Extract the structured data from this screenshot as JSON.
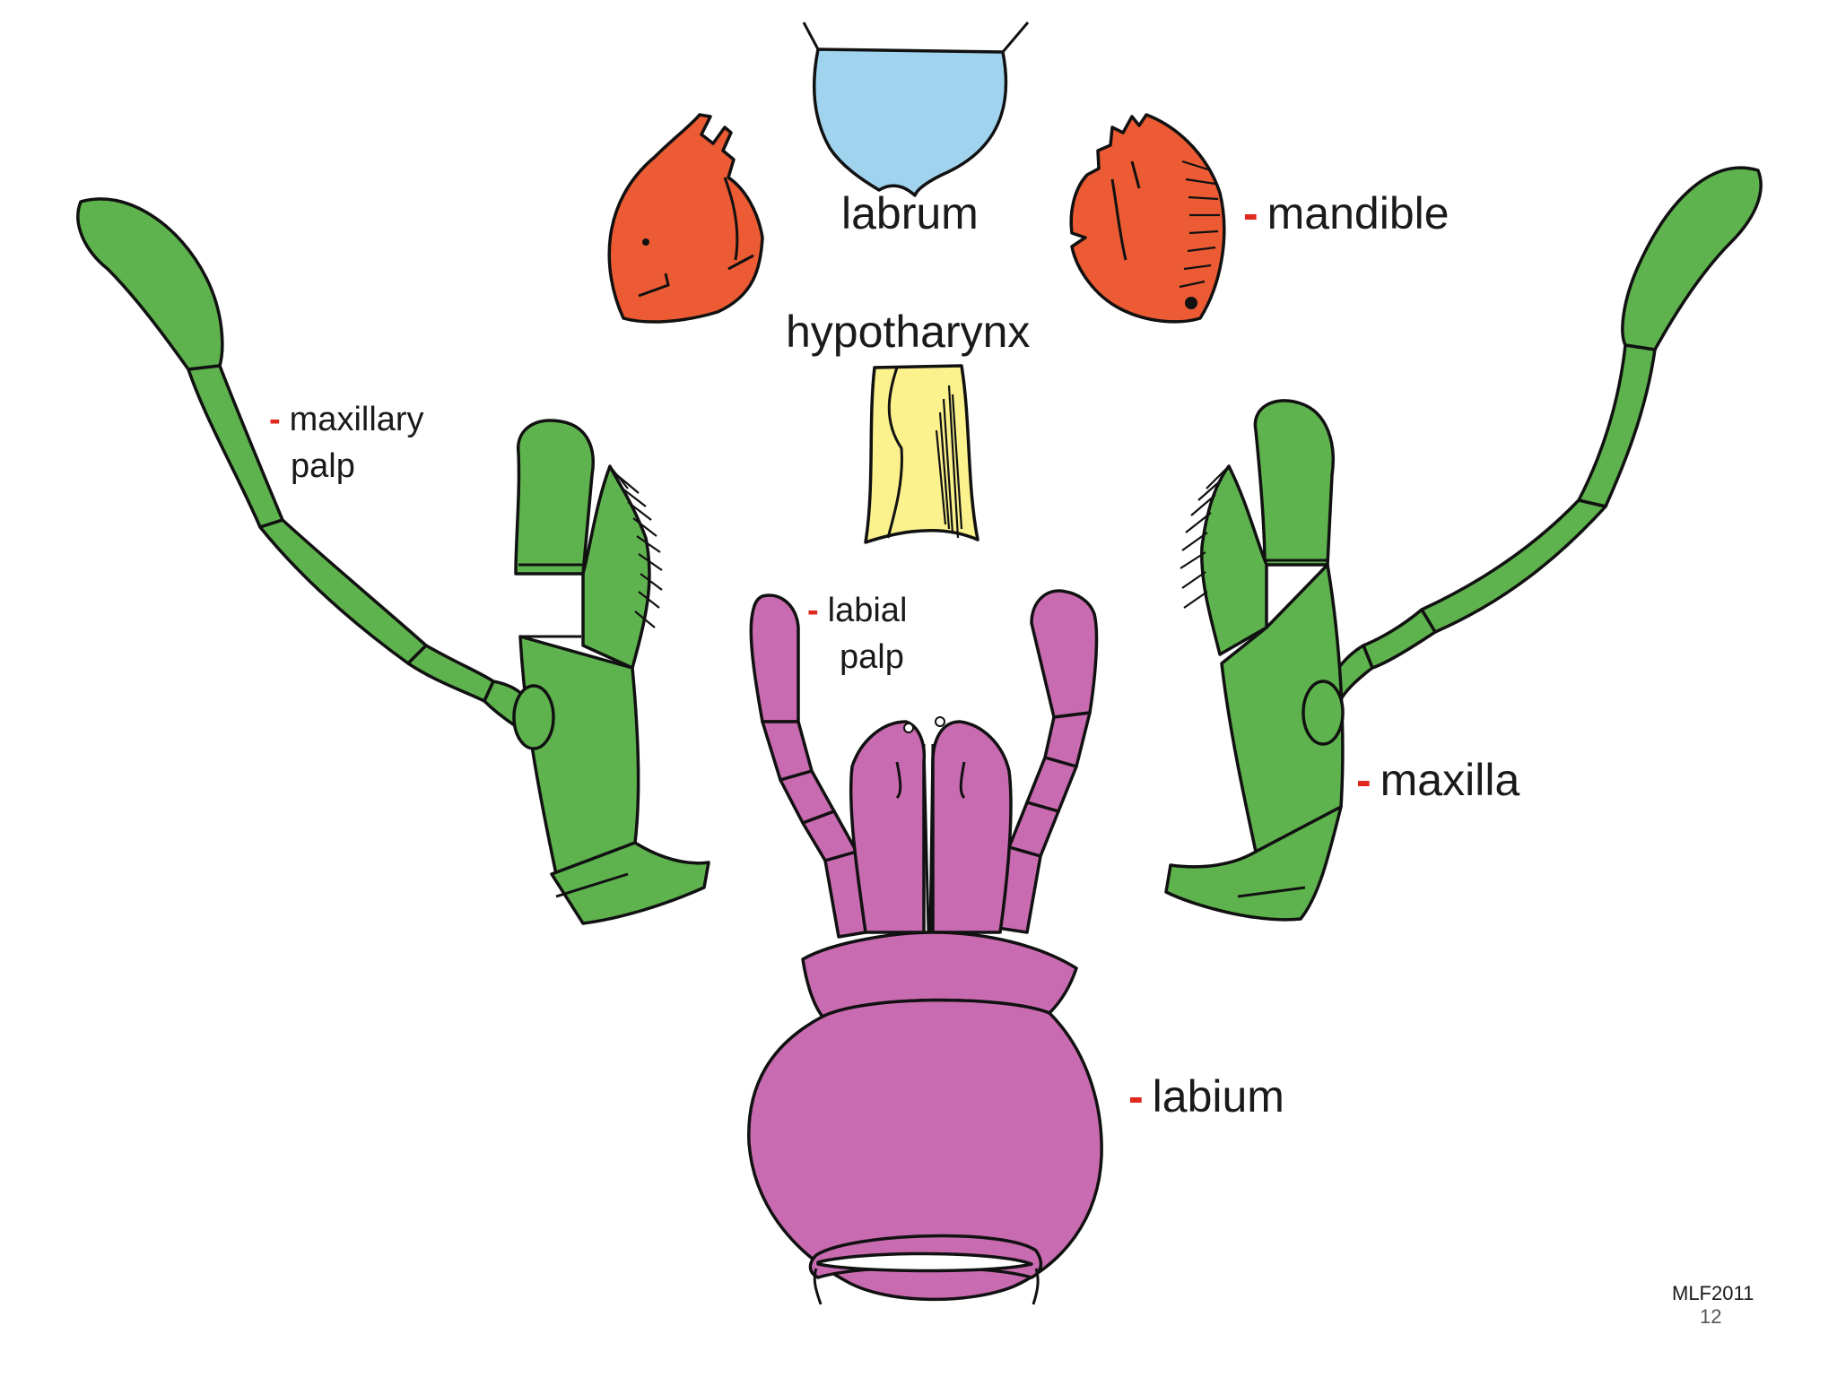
{
  "labels": {
    "labrum": "labrum",
    "mandible": "mandible",
    "hypotharynx": "hypotharynx",
    "maxillary_palp_line1": "maxillary",
    "maxillary_palp_line2": "palp",
    "labial_palp_line1": "labial",
    "labial_palp_line2": "palp",
    "maxilla": "maxilla",
    "labium": "labium",
    "dash": "-"
  },
  "footer": {
    "credit": "MLF2011",
    "page_number": "12"
  },
  "colors": {
    "labrum": "#9fd3ee",
    "mandible": "#ec5b33",
    "hypotharynx": "#fbf28d",
    "maxilla": "#5fb34e",
    "labium": "#c96bb0",
    "leader_dash": "#e0281e"
  }
}
